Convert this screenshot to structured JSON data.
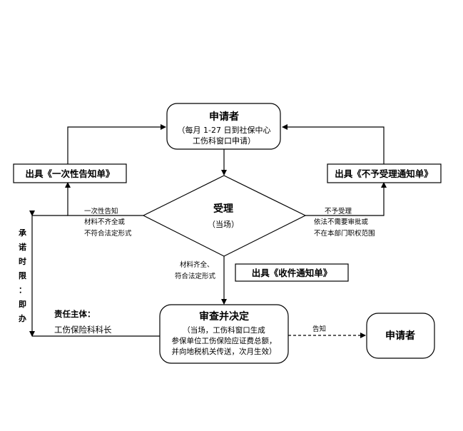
{
  "nodes": {
    "applicant_top": {
      "title": "申请者",
      "line1": "（每月 1-27 日到社保中心",
      "line2": "工伤科窗口申请）"
    },
    "left_notice": {
      "label": "出具《一次性告知单》"
    },
    "right_notice": {
      "label": "出具《不予受理通知单》"
    },
    "accept": {
      "title": "受理",
      "sub": "（当场）"
    },
    "receipt": {
      "label": "出具《收件通知单》"
    },
    "review": {
      "title": "审查并决定",
      "line1": "（当场，工伤科窗口生成",
      "line2": "参保单位工伤保险应证费总额，",
      "line3": "并向地税机关传送，次月生效）"
    },
    "applicant_right": {
      "title": "申请者"
    }
  },
  "edge_labels": {
    "left": [
      "一次性告知",
      "材料不齐全或",
      "不符合法定形式"
    ],
    "right": [
      "不予受理",
      "依法不需要审批或",
      "不在本部门职权范围"
    ],
    "down": [
      "材料齐全、",
      "符合法定形式"
    ],
    "notify": "告知"
  },
  "side": {
    "promise": [
      "承",
      "诺",
      "时",
      "限",
      "：",
      "即",
      "办"
    ],
    "responsibility_title": "责任主体：",
    "responsibility_value": "工伤保险科科长"
  }
}
